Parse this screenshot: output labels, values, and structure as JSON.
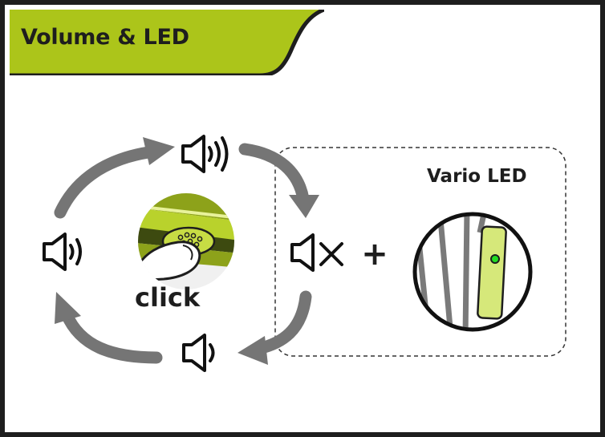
{
  "header": {
    "title": "Volume & LED"
  },
  "diagram": {
    "action_label": "click",
    "led_label": "Vario LED",
    "plus_symbol": "+",
    "volume_states": [
      {
        "name": "volume-high",
        "icon": "speaker-high-icon"
      },
      {
        "name": "volume-muted",
        "icon": "speaker-muted-icon"
      },
      {
        "name": "volume-low",
        "icon": "speaker-low-icon"
      },
      {
        "name": "volume-medium",
        "icon": "speaker-medium-icon"
      }
    ]
  },
  "colors": {
    "accent": "#acc51a",
    "border": "#1e1e1e",
    "arrow": "#757575",
    "led_body": "#d6e87a",
    "led_light": "#22dd22",
    "dashed_box": "#333333"
  }
}
